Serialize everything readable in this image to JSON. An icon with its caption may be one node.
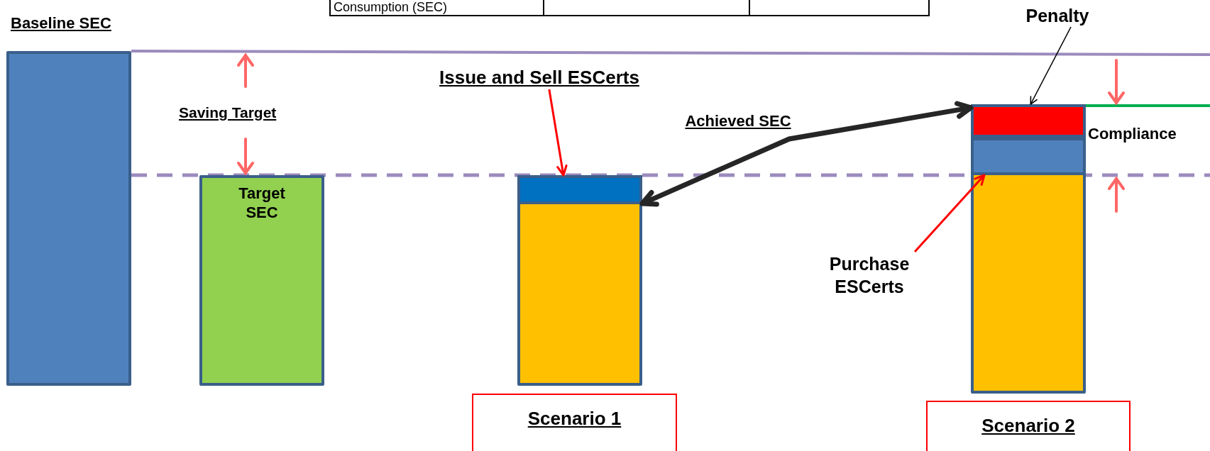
{
  "diagram": {
    "nodes": [
      {
        "text": [
          "Baseline SEC"
        ]
      },
      {
        "text": [
          "Target SEC"
        ]
      },
      {
        "text": [
          "Issue and Sell ESCerts"
        ]
      },
      {
        "text": [],
        "shape": "bar"
      },
      {
        "text": [],
        "shape": "bar",
        "in": 3
      },
      {
        "text": [
          "Penalty"
        ]
      },
      {
        "text": [],
        "shape": "bar"
      },
      {
        "text": [],
        "shape": "bar",
        "in": 6
      },
      {
        "text": [],
        "shape": "bar",
        "in": 6
      },
      {
        "text": [
          "Purchase ESCerts"
        ]
      },
      {
        "text": [
          "Scenario 1"
        ]
      },
      {
        "text": [
          "Scenario 2"
        ]
      }
    ],
    "edges": [
      {
        "from": 2,
        "to": 4,
        "arrow": "to",
        "color": "#ff0000"
      },
      {
        "from": 3,
        "to": 6,
        "arrow": "both",
        "label": "Achieved SEC",
        "style": "thick",
        "color": "#262626"
      },
      {
        "from": 5,
        "to": 7,
        "arrow": "to",
        "color": "#000000"
      },
      {
        "from": 9,
        "to": 8,
        "arrow": "to",
        "color": "#ff0000"
      }
    ],
    "labels": [
      "Consumption (SEC)",
      "Saving Target",
      "Compliance"
    ]
  }
}
